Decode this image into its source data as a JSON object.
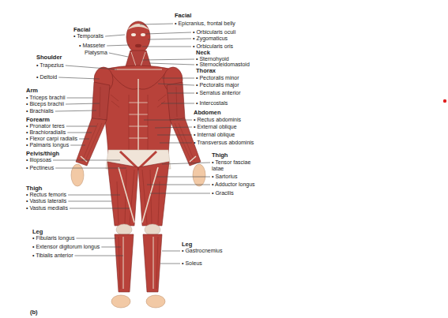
{
  "diagram": {
    "labels": [
      "Facial",
      "• Temporalis",
      "• Masseter",
      "Platysma",
      "Shoulder",
      "• Trapezius",
      "• Deltoid",
      "Arm",
      "• Triceps brachii",
      "• Biceps brachii",
      "• Brachialis",
      "Forearm",
      "• Pronator teres",
      "• Brachioradialis",
      "• Flexor carpi radialis",
      "• Palmaris longus",
      "Pelvis/thigh",
      "• Iliopsoas",
      "• Pectineus",
      "Thigh",
      "• Rectus femoris",
      "• Vastus lateralis",
      "• Vastus medialis",
      "Leg",
      "• Fibularis longus",
      "• Extensor digitorum longus",
      "• Tibialis anterior",
      "(b)",
      "Facial",
      "• Epicranius, frontal belly",
      "• Orbicularis oculi",
      "• Zygomaticus",
      "• Orbicularis oris",
      "Neck",
      "• Sternohyoid",
      "• Sternocleidomastoid",
      "Thorax",
      "• Pectoralis minor",
      "• Pectoralis major",
      "• Serratus anterior",
      "• Intercostals",
      "Abdomen",
      "• Rectus abdominis",
      "• External oblique",
      "• Internal oblique",
      "• Transversus abdominis",
      "Thigh",
      "• Tensor fasciae latae",
      "• Sartorius",
      "• Adductor longus",
      "• Gracilis",
      "Leg",
      "• Gastrocnemius",
      "• Soleus"
    ]
  }
}
